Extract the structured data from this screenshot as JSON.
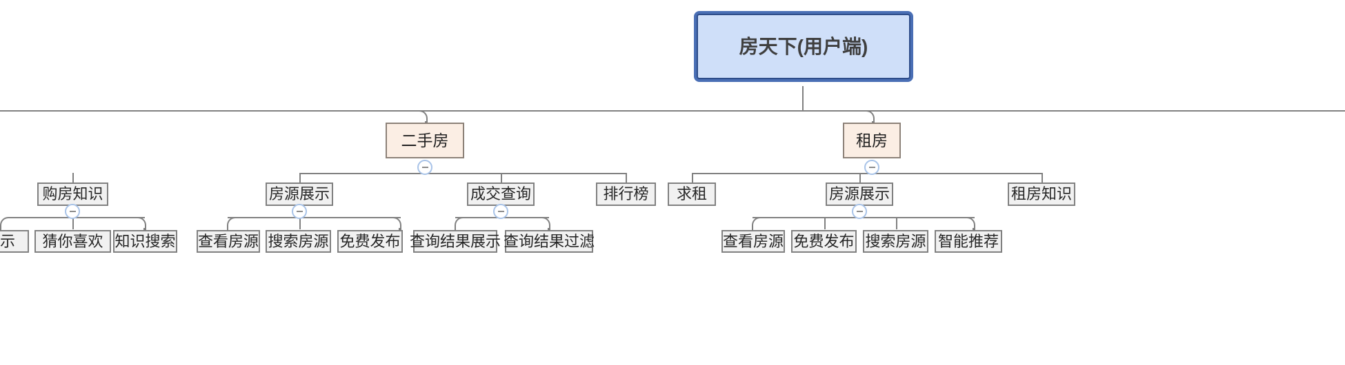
{
  "diagram": {
    "type": "tree-mindmap",
    "root": {
      "label": "房天下(用户端)",
      "fill": "#cfdff9",
      "border": "#4a6fb5"
    },
    "level2": [
      {
        "label": "二手房",
        "fill": "#fbeee4",
        "border": "#8c8178",
        "collapse_icon": "minus-circle-icon"
      },
      {
        "label": "租房",
        "fill": "#fbeee4",
        "border": "#8c8178",
        "collapse_icon": "minus-circle-icon"
      }
    ],
    "level3": [
      {
        "label": "购房知识",
        "parent": "offscreen-left",
        "collapse_icon": "minus-circle-icon"
      },
      {
        "label": "房源展示",
        "parent": "二手房",
        "collapse_icon": "minus-circle-icon"
      },
      {
        "label": "成交查询",
        "parent": "二手房",
        "collapse_icon": "minus-circle-icon"
      },
      {
        "label": "排行榜",
        "parent": "二手房",
        "collapse_icon": null
      },
      {
        "label": "求租",
        "parent": "租房",
        "collapse_icon": null
      },
      {
        "label": "房源展示",
        "parent": "租房",
        "collapse_icon": "minus-circle-icon"
      },
      {
        "label": "租房知识",
        "parent": "租房",
        "collapse_icon": null
      }
    ],
    "level4": [
      {
        "label": "展示",
        "parent": "购房知识",
        "clipped": true
      },
      {
        "label": "猜你喜欢",
        "parent": "购房知识"
      },
      {
        "label": "知识搜索",
        "parent": "购房知识"
      },
      {
        "label": "查看房源",
        "parent": "房源展示(二手房)"
      },
      {
        "label": "搜索房源",
        "parent": "房源展示(二手房)"
      },
      {
        "label": "免费发布",
        "parent": "房源展示(二手房)"
      },
      {
        "label": "查询结果展示",
        "parent": "成交查询"
      },
      {
        "label": "查询结果过滤",
        "parent": "成交查询"
      },
      {
        "label": "查看房源",
        "parent": "房源展示(租房)"
      },
      {
        "label": "免费发布",
        "parent": "房源展示(租房)"
      },
      {
        "label": "搜索房源",
        "parent": "房源展示(租房)"
      },
      {
        "label": "智能推荐",
        "parent": "房源展示(租房)"
      }
    ],
    "colors": {
      "connector": "#808080",
      "leaf_fill": "#f1f1f1",
      "leaf_border": "#808080",
      "toggle_ring": "#a8c3e8",
      "toggle_bar": "#8a8a8a"
    }
  }
}
